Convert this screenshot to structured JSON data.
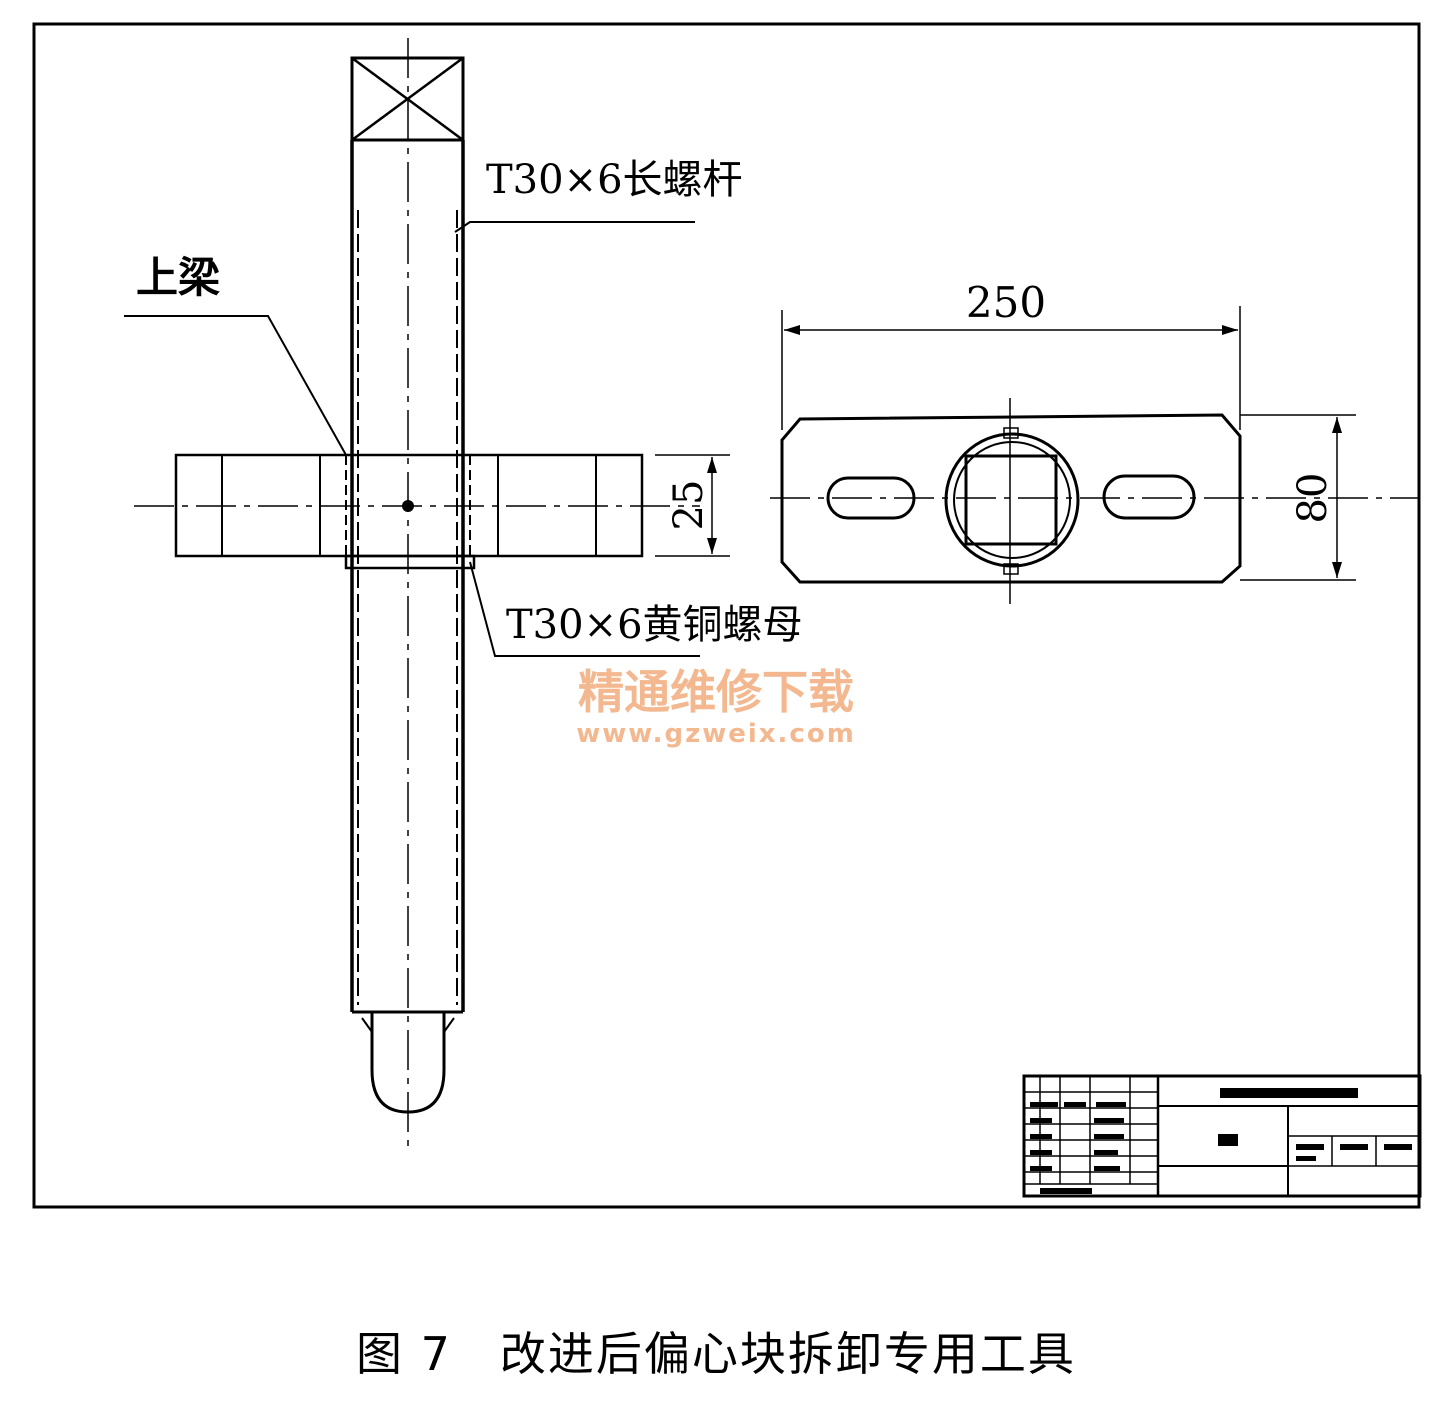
{
  "labels": {
    "long_screw": "T30×6长螺杆",
    "upper_beam": "上梁",
    "brass_nut": "T30×6黄铜螺母"
  },
  "dimensions": {
    "width_250": "250",
    "height_25": "25",
    "height_80": "80"
  },
  "watermark": {
    "cn": "精通维修下载",
    "url": "www.gzweix.com"
  },
  "title_block": {
    "name_cells": [
      "",
      "",
      "",
      "",
      "",
      "",
      "",
      "",
      "",
      "",
      "",
      ""
    ],
    "title": "",
    "material": ""
  },
  "caption": "图 7　改进后偏心块拆卸专用工具",
  "colors": {
    "line": "#000000",
    "watermark": "#f3b88f"
  }
}
